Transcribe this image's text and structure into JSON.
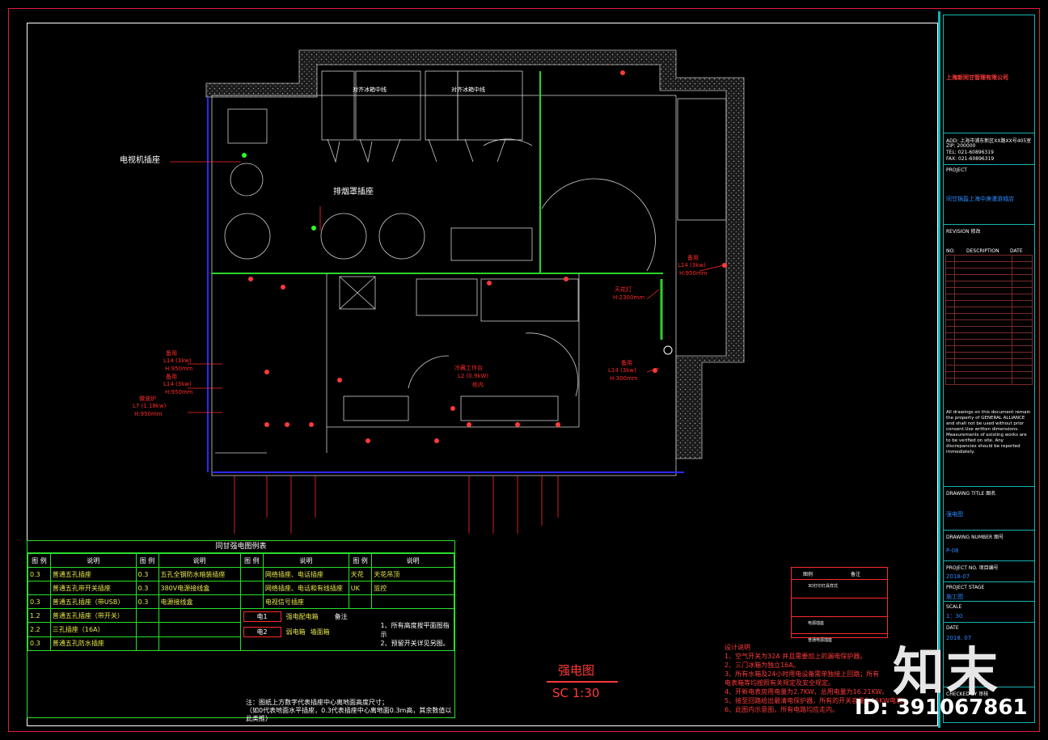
{
  "drawing": {
    "title": "强电图",
    "scale": "SC  1:30"
  },
  "plan_labels": {
    "tv_socket": "电视机插座",
    "hood_socket": "排烟罩插座",
    "align_top_left": "对齐冰箱中线",
    "align_top_right": "对齐冰箱中线",
    "reserve_right": "备用",
    "reserve_right_load": "L14 (3kw)",
    "reserve_right_h": "H:950mm",
    "ceiling_light": "天花灯",
    "ceiling_light_h": "H:2300mm",
    "reserve_mid": "备用",
    "reserve_mid_load": "L14 (3kw)",
    "reserve_mid_h": "H:300mm",
    "left_reserve_1": "备用",
    "left_reserve_1_load": "L14 (3kw)",
    "left_reserve_1_h": "H:950mm",
    "left_reserve_2": "备用",
    "left_reserve_2_load": "L14 (3kw)",
    "left_reserve_2_h": "H:950mm",
    "left_oven": "微波炉",
    "left_oven_load": "L7 (1.18kw)",
    "left_oven_h": "H:950mm",
    "cold_station": "冷藏工作台",
    "cold_station_load": "L2 (0.9kW)",
    "cold_station_note": "柜内"
  },
  "legend": {
    "title": "同甘强电图例表",
    "headers": [
      "图 例",
      "说明",
      "图 例",
      "说明",
      "图 例",
      "说明",
      "图 例",
      "说明"
    ],
    "col1": [
      {
        "sym": "0.3",
        "desc": "普通五孔插座"
      },
      {
        "sym": "",
        "desc": "普通五孔带开关插座"
      },
      {
        "sym": "0.3",
        "desc": "普通五孔插座（带USB）"
      },
      {
        "sym": "1.2",
        "desc": "普通五孔插座（带开关）"
      },
      {
        "sym": "2.2",
        "desc": "三孔插座（16A）"
      },
      {
        "sym": "0.3",
        "desc": "普通五孔防水插座"
      }
    ],
    "col2": [
      {
        "sym": "0.3",
        "desc": "五孔全钢防水暗装插座"
      },
      {
        "sym": "0.3",
        "desc": "380V电源接线盒"
      },
      {
        "sym": "0.3",
        "desc": "电源接线盒"
      }
    ],
    "col3": [
      {
        "sym": "",
        "desc": "网络插座、电话插座"
      },
      {
        "sym": "",
        "desc": "网络插座、电话和有线插座"
      },
      {
        "sym": "",
        "desc": "电视信号插座"
      }
    ],
    "col4": [
      {
        "sym": "天花",
        "desc": "天花吊顶"
      },
      {
        "sym": "UK",
        "desc": "监控"
      }
    ],
    "box1": "电1",
    "box1_desc": "强电配电箱",
    "box2": "电2",
    "box2_desc": "弱电箱",
    "box2_note": "墙面箱",
    "remarks_title": "备注",
    "remark1": "1、所有高度按平面图指示",
    "remark2": "2、预留开关详见另图。",
    "footer_note": "注：图纸上方数字代表插座中心离地面高度尺寸；",
    "footer_note2": "（如0代表地面水平插座，0.3代表插座中心离地面0.3m高，其余数值以此类推）"
  },
  "notes": {
    "title": "设计说明",
    "lines": [
      "1、空气开关为32A 并且需要加上的漏电保护器。",
      "2、三门冰箱为独立16A。",
      "3、所有水箱及24小时用电设备需单独接上回路；所有",
      "   电表箱等均按照有关规定及安全规定。",
      "4、开新电表房用电量为2.7KW，总用电量为16.21KW。",
      "5、接至回路给出最清电保护器，所有的开关容量为16KW电表。",
      "6、此图内示意图，所有电路均应走内。"
    ]
  },
  "small_table": {
    "h1": "图例",
    "h2": "备注",
    "r1": "3D打印灯具样式",
    "r2": "",
    "r3": "电源插座",
    "r4": "普通电源插座"
  },
  "title_block": {
    "company": "上海新同甘管理有限公司",
    "address": "ADD: 上海市浦东新区XX路XX号405室",
    "zip": "ZIP: 200000",
    "tel": "TEL: 021-60896319",
    "fax": "FAX: 021-60896319",
    "project_label": "PROJECT",
    "project": "同甘锅盔上海中庚漫游城店",
    "revision_label": "REVISION 修改",
    "rev_no": "NO.",
    "rev_desc": "DESCRIPTION",
    "rev_date": "DATE",
    "notice": "All drawings on this document remain the property of GENERAL ALLIANCE and shall not be used without prior consent.Use written dimensions. Measurements of existing works are to be verified on site. Any discrepancies should be reported immediately.",
    "drawing_title_label": "DRAWING TITLE 图名",
    "drawing_title": "强电图",
    "drawing_number_label": "DRAWING NUMBER 图号",
    "drawing_number": "P-08",
    "project_no_label": "PROJECT NO. 项目编号",
    "project_no": "2018-07",
    "stage_label": "PROJECT STAGE",
    "stage": "施工图",
    "scale_label": "SCALE",
    "scale": "1：30",
    "date_label": "DATE",
    "date": "2018. 07",
    "checked_label": "CHECKED BY 审核"
  },
  "watermark": {
    "logo": "知末",
    "id": "ID: 391067861"
  }
}
